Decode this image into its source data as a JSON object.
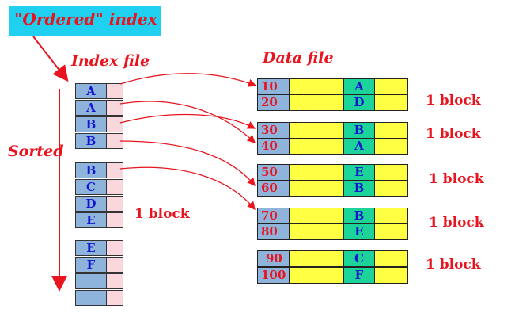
{
  "title": "\"Ordered\" index",
  "labels": {
    "index_file": "Index file",
    "data_file": "Data file",
    "sorted": "Sorted"
  },
  "index_blocks": [
    [
      "A",
      "A",
      "B",
      "B"
    ],
    [
      "B",
      "C",
      "D",
      "E"
    ],
    [
      "E",
      "F",
      "",
      ""
    ]
  ],
  "index_block_label": "1 block",
  "data_blocks": [
    {
      "records": [
        {
          "key": "10",
          "val": "A"
        },
        {
          "key": "20",
          "val": "D"
        }
      ],
      "label": "1 block"
    },
    {
      "records": [
        {
          "key": "30",
          "val": "B"
        },
        {
          "key": "40",
          "val": "A"
        }
      ],
      "label": "1 block"
    },
    {
      "records": [
        {
          "key": "50",
          "val": "E"
        },
        {
          "key": "60",
          "val": "B"
        }
      ],
      "label": "1 block"
    },
    {
      "records": [
        {
          "key": "70",
          "val": "B"
        },
        {
          "key": "80",
          "val": "E"
        }
      ],
      "label": "1 block"
    },
    {
      "records": [
        {
          "key": "90",
          "val": "C"
        },
        {
          "key": "100",
          "val": "F"
        }
      ],
      "label": "1 block"
    }
  ],
  "colors": {
    "red": "#e8141e",
    "blue": "#1414d0",
    "cyan": "#1fd0f0",
    "yellow": "#ffff44",
    "green": "#1cd49a"
  }
}
